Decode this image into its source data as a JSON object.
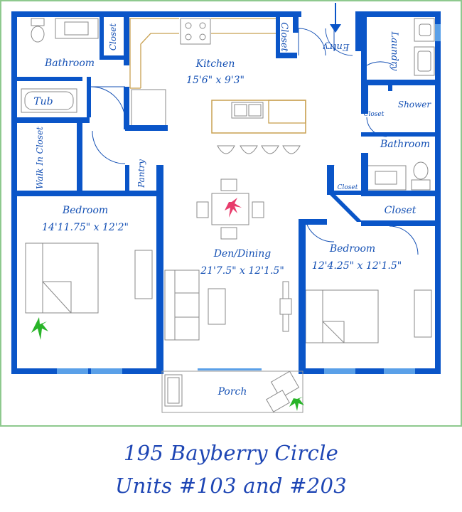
{
  "colors": {
    "wall": "#0a55c8",
    "fixture": "#8a8a8a",
    "counter": "#c8a050",
    "border": "#8ec98e",
    "text": "#1450b4"
  },
  "rooms": {
    "bathroom_left": "Bathroom",
    "closet_left": "Closet",
    "tub": "Tub",
    "walk_in_closet": "Walk In Closet",
    "kitchen": "Kitchen",
    "kitchen_dim": "15'6\" x 9'3\"",
    "closet_entry": "Closet",
    "entry": "Entry",
    "laundry": "Laundry",
    "shower": "Shower",
    "closet_small_right": "Closet",
    "bathroom_right": "Bathroom",
    "closet_diag": "Closet",
    "closet_right": "Closet",
    "pantry": "Pantry",
    "bedroom_left": "Bedroom",
    "bedroom_left_dim": "14'11.75\" x 12'2\"",
    "den": "Den/Dining",
    "den_dim": "21'7.5\" x 12'1.5\"",
    "bedroom_right": "Bedroom",
    "bedroom_right_dim": "12'4.25\" x 12'1.5\"",
    "porch": "Porch"
  },
  "title": {
    "line1": "195 Bayberry Circle",
    "line2": "Units #103 and #203"
  }
}
